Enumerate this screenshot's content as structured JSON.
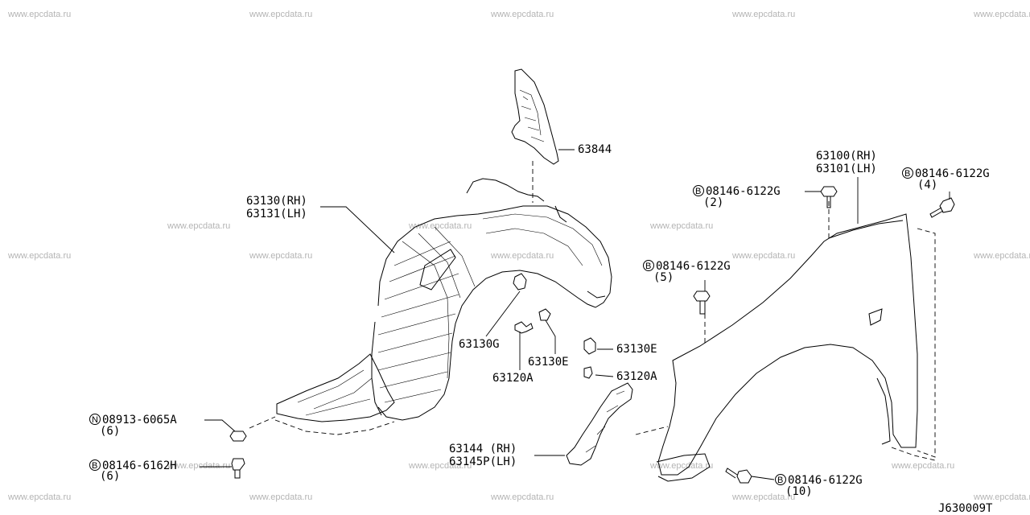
{
  "watermark": "www.epcdata.ru",
  "diagram_code": "J630009T",
  "parts": {
    "p63844": "63844",
    "p63130_rh": "63130(RH)",
    "p63131_lh": "63131(LH)",
    "p63100_rh": "63100(RH)",
    "p63101_lh": "63101(LH)",
    "bolt_top_right": {
      "prefix": "B",
      "number": "08146-6122G",
      "qty": "(4)"
    },
    "bolt_top_mid": {
      "prefix": "B",
      "number": "08146-6122G",
      "qty": "(2)"
    },
    "bolt_mid": {
      "prefix": "B",
      "number": "08146-6122G",
      "qty": "(5)"
    },
    "bolt_bottom": {
      "prefix": "B",
      "number": "08146-6122G",
      "qty": "(10)"
    },
    "p63130g": "63130G",
    "p63130e_a": "63130E",
    "p63130e_b": "63130E",
    "p63120a_a": "63120A",
    "p63120a_b": "63120A",
    "p63144_rh": "63144 (RH)",
    "p63145p_lh": "63145P(LH)",
    "nut_left": {
      "prefix": "N",
      "number": "08913-6065A",
      "qty": "(6)"
    },
    "bolt_left": {
      "prefix": "B",
      "number": "08146-6162H",
      "qty": "(6)"
    }
  }
}
